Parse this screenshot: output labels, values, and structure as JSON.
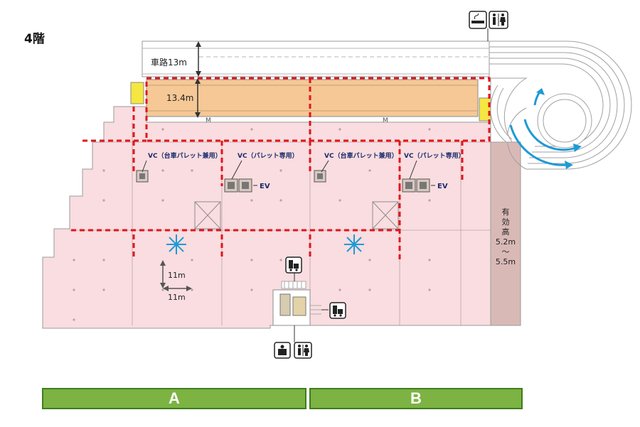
{
  "floor": {
    "title": "4階"
  },
  "labels": {
    "road_width": "車路13m",
    "berth_depth": "13.4m",
    "vc_cart": "VC（台車パレット兼用）",
    "vc_pallet": "VC（パレット専用）",
    "ev": "EV",
    "m_mark": "M",
    "clear_height_1": "有",
    "clear_height_2": "効",
    "clear_height_3": "高",
    "clear_height_4": "5.2m",
    "clear_height_5": "～",
    "clear_height_6": "5.5m",
    "span_v": "11m",
    "span_h": "11m"
  },
  "zones": {
    "a": "A",
    "b": "B"
  },
  "icons": [
    "smoking-room-icon",
    "restroom-icon",
    "cart-icon",
    "lounge-icon"
  ],
  "colors": {
    "floor_pink": "#f9dde0",
    "berth_orange": "#f5c896",
    "partition_red": "#e3141b",
    "arrow_blue": "#1e9ad6",
    "zone_green": "#7cb342",
    "height_band": "#d9b9b6"
  }
}
